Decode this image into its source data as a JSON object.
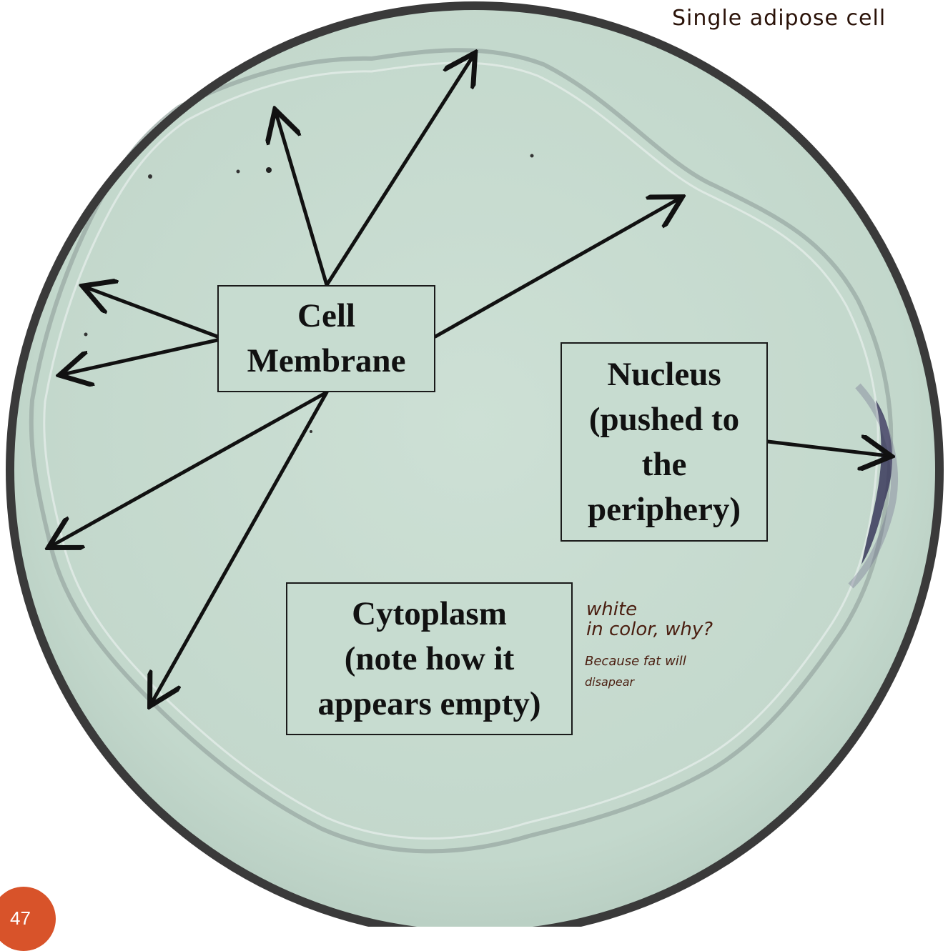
{
  "handwritten_title": "Single adipose cell",
  "labels": {
    "membrane": [
      "Cell",
      "Membrane"
    ],
    "nucleus": [
      "Nucleus",
      "(pushed to",
      "the",
      "periphery)"
    ],
    "cytoplasm": [
      "Cytoplasm",
      "(note how it",
      "appears empty)"
    ]
  },
  "notes": {
    "line1": "white",
    "line2": "in color, why?",
    "line3": "Because fat will",
    "line4": "disapear"
  },
  "page_number": "47",
  "colors": {
    "cell_fill": "#c7dcd0",
    "ring": "#3a3a3a",
    "arrow": "#111111",
    "ink": "#4a1e10",
    "badge": "#d8532a"
  }
}
